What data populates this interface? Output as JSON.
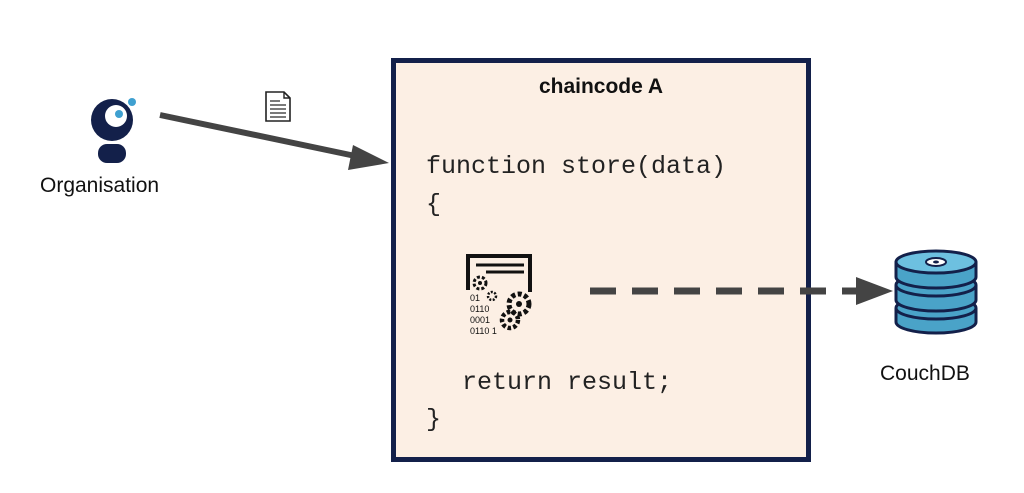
{
  "chaincode": {
    "title": "chaincode A",
    "code_lines": [
      "function store(data)",
      "{",
      "return result;",
      "}"
    ]
  },
  "organisation": {
    "label": "Organisation",
    "icon": "person-icon"
  },
  "database": {
    "label": "CouchDB",
    "icon": "database-icon"
  },
  "document_icon": "document-icon",
  "processing_icon": {
    "icon": "code-processing-gears-icon",
    "binary_lines": [
      "01",
      "0110",
      "0001",
      "0110 1"
    ]
  },
  "colors": {
    "box_fill": "#fcefe4",
    "box_border": "#13204a",
    "person_fill": "#13204a",
    "person_accent": "#3fa0d0",
    "db_fill": "#4aa3c8",
    "db_border": "#13204a",
    "arrow": "#444444"
  }
}
